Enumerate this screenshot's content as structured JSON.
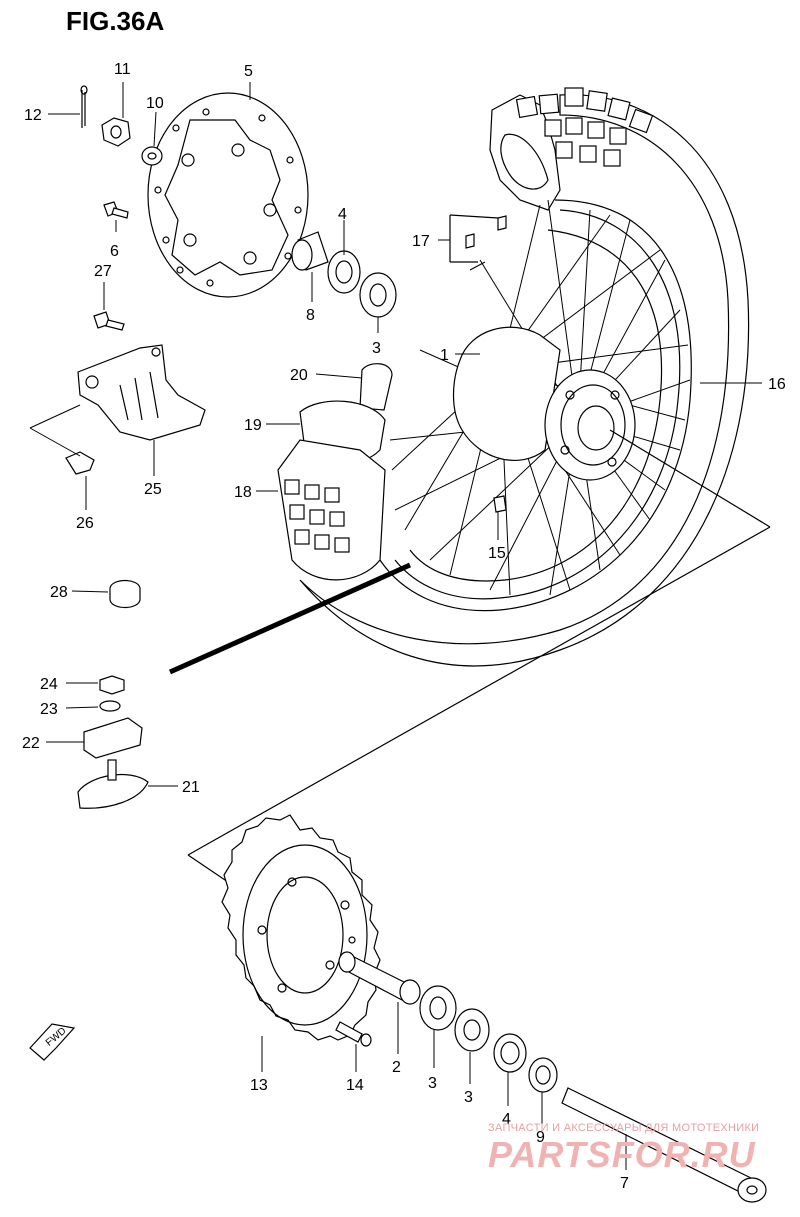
{
  "figure": {
    "title": "FIG.36A"
  },
  "callouts": [
    "1",
    "2",
    "3",
    "3",
    "3",
    "4",
    "4",
    "5",
    "6",
    "7",
    "8",
    "9",
    "10",
    "11",
    "12",
    "13",
    "14",
    "15",
    "16",
    "17",
    "18",
    "19",
    "20",
    "21",
    "22",
    "23",
    "24",
    "25",
    "26",
    "27",
    "28"
  ],
  "watermark": {
    "small": "ЗАПЧАСТИ И АКСЕССУАРЫ ДЛЯ МОТОТЕХНИКИ",
    "big": "PARTSFOR.RU"
  },
  "fwd_label": "FWD"
}
